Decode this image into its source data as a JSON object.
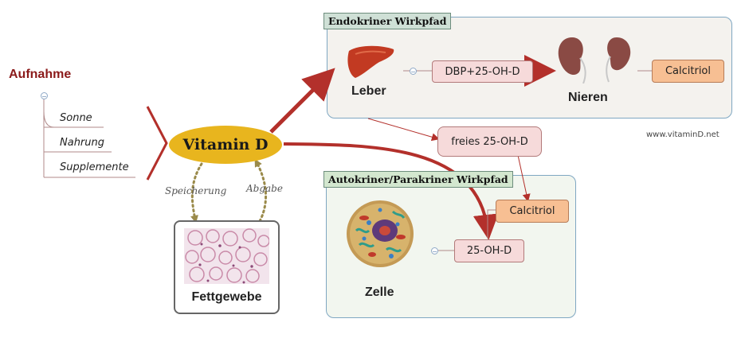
{
  "intake": {
    "title": "Aufnahme",
    "items": [
      "Sonne",
      "Nahrung",
      "Supplemente"
    ]
  },
  "center": {
    "label": "Vitamin D"
  },
  "storage": {
    "label": "Fettgewebe",
    "store_label": "Speicherung",
    "release_label": "Abgabe"
  },
  "endocrine": {
    "title": "Endokriner Wirkpfad",
    "liver_label": "Leber",
    "dbp_label": "DBP+25-OH-D",
    "kidney_label": "Nieren",
    "calcitriol_label": "Calcitriol"
  },
  "free": {
    "label": "freies 25-OH-D"
  },
  "autocrine": {
    "title": "Autokriner/Parakriner Wirkpfad",
    "calcitriol_label": "Calcitriol",
    "ohd_label": "25-OH-D",
    "cell_label": "Zelle"
  },
  "watermark": "www.vitaminD.net",
  "colors": {
    "arrow_red": "#b3302b",
    "center_yellow": "#e8b51e",
    "node_pink": "#f6dada",
    "node_orange": "#f7bf93",
    "storage_dots": "#9a8a4a",
    "title_red": "#8b1a1a"
  },
  "icons": [
    "liver-icon",
    "kidney-icon",
    "cell-icon",
    "fat-tissue-image"
  ]
}
